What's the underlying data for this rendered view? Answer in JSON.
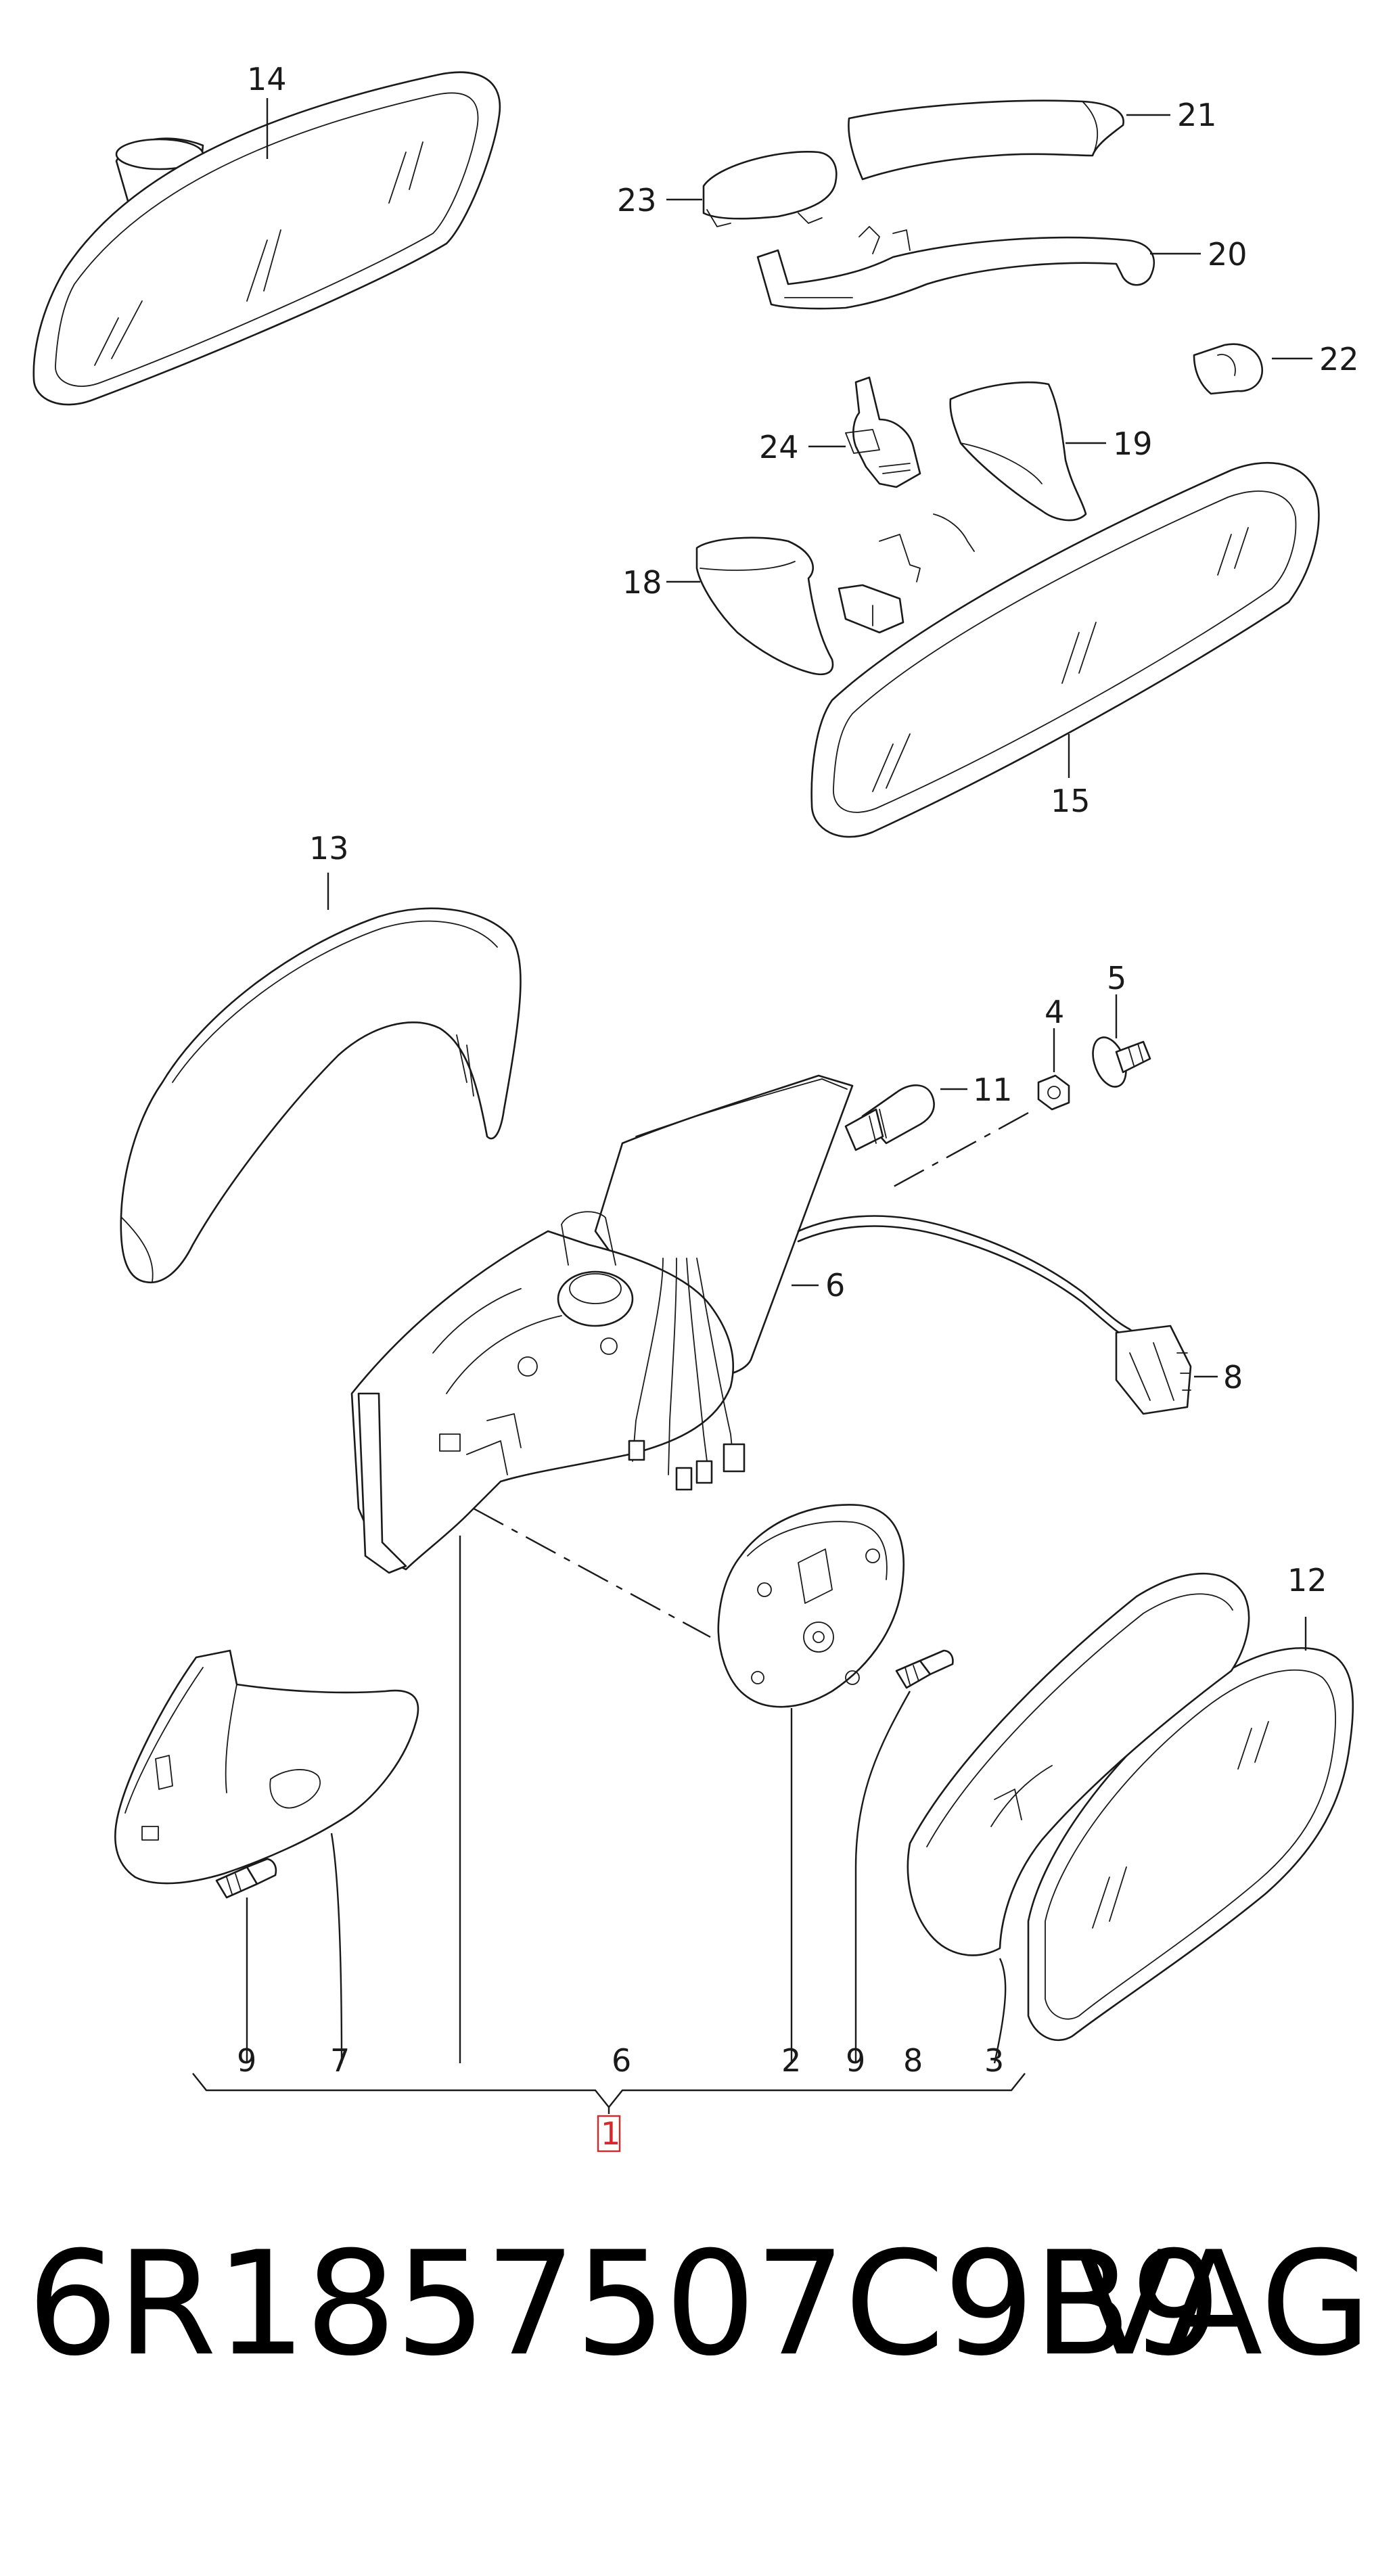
{
  "callouts": {
    "c1": "1",
    "c2": "2",
    "c3": "3",
    "c4": "4",
    "c5": "5",
    "c6a": "6",
    "c6b": "6",
    "c7": "7",
    "c8a": "8",
    "c8b": "8",
    "c9a": "9",
    "c9b": "9",
    "c11": "11",
    "c12": "12",
    "c13": "13",
    "c14": "14",
    "c15": "15",
    "c18": "18",
    "c19": "19",
    "c20": "20",
    "c21": "21",
    "c22": "22",
    "c23": "23",
    "c24": "24"
  },
  "footer": {
    "part_number": "6R1857507C9B9",
    "brand": "VAG"
  },
  "colors": {
    "line": "#1a1a1a",
    "assembly_marker": "#d9262b",
    "background": "#ffffff"
  }
}
